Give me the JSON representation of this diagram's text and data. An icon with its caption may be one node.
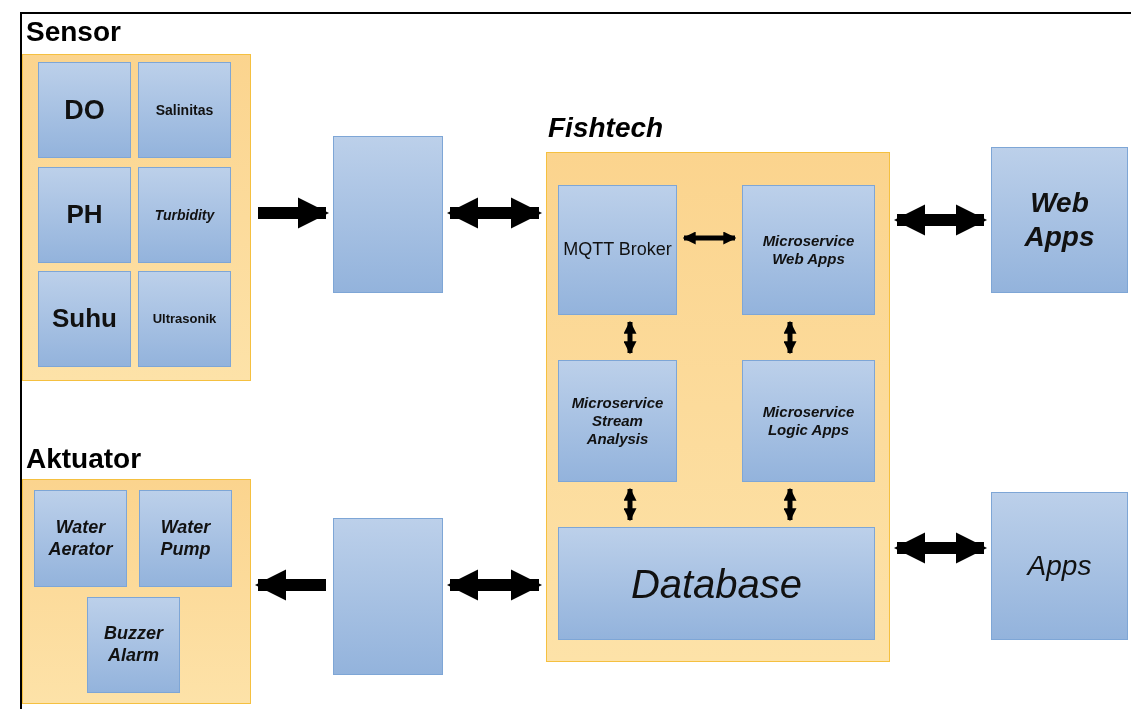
{
  "diagram": {
    "nodes": [
      {
        "text": [
          "Sensor"
        ]
      },
      {
        "text": [
          "DO"
        ],
        "in": 0
      },
      {
        "text": [
          "Salinitas"
        ],
        "in": 0
      },
      {
        "text": [
          "PH"
        ],
        "in": 0
      },
      {
        "text": [
          "Turbidity"
        ],
        "in": 0
      },
      {
        "text": [
          "Suhu"
        ],
        "in": 0
      },
      {
        "text": [
          "Ultrasonik"
        ],
        "in": 0
      },
      {
        "text": [],
        "shape": "box"
      },
      {
        "text": [
          "Fishtech"
        ]
      },
      {
        "text": [
          "MQTT Broker"
        ],
        "in": 8
      },
      {
        "text": [
          "Microservice Web Apps"
        ],
        "in": 8
      },
      {
        "text": [
          "Microservice Stream Analysis"
        ],
        "in": 8
      },
      {
        "text": [
          "Microservice Logic Apps"
        ],
        "in": 8
      },
      {
        "text": [
          "Database"
        ],
        "in": 8
      },
      {
        "text": [
          "Web Apps"
        ]
      },
      {
        "text": [
          "Apps"
        ]
      },
      {
        "text": [
          "Aktuator"
        ]
      },
      {
        "text": [
          "Water Aerator"
        ],
        "in": 16
      },
      {
        "text": [
          "Water Pump"
        ],
        "in": 16
      },
      {
        "text": [
          "Buzzer Alarm"
        ],
        "in": 16
      },
      {
        "text": [],
        "shape": "box"
      }
    ],
    "edges": [
      {
        "from": 0,
        "to": 7,
        "arrow": "to"
      },
      {
        "from": 7,
        "to": 8,
        "arrow": "both"
      },
      {
        "from": 9,
        "to": 10,
        "arrow": "both"
      },
      {
        "from": 9,
        "to": 11,
        "arrow": "both"
      },
      {
        "from": 10,
        "to": 12,
        "arrow": "both"
      },
      {
        "from": 11,
        "to": 13,
        "arrow": "both"
      },
      {
        "from": 12,
        "to": 13,
        "arrow": "both"
      },
      {
        "from": 8,
        "to": 14,
        "arrow": "both"
      },
      {
        "from": 8,
        "to": 15,
        "arrow": "both"
      },
      {
        "from": 20,
        "to": 16,
        "arrow": "to"
      },
      {
        "from": 20,
        "to": 8,
        "arrow": "both"
      }
    ]
  }
}
